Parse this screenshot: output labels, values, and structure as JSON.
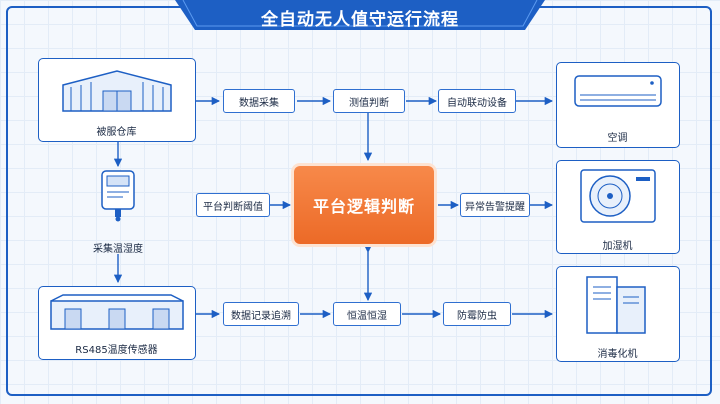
{
  "title": "全自动无人值守运行流程",
  "nodes": {
    "warehouse": "被服仓库",
    "collector": "采集温湿度",
    "sensor": "RS485温度传感器",
    "data_collect": "数据采集",
    "judge": "测值判断",
    "auto_link": "自动联动设备",
    "threshold": "平台判断阈值",
    "core": "平台逻辑判断",
    "alarm": "异常告警提醒",
    "record": "数据记录追溯",
    "const_temp": "恒温恒湿",
    "mold": "防霉防虫",
    "ac": "空调",
    "humidifier": "加湿机",
    "disinfector": "消毒化机"
  },
  "colors": {
    "primary": "#1d5fc4",
    "accent": "#ec6a27",
    "background": "#f4f8fd"
  }
}
